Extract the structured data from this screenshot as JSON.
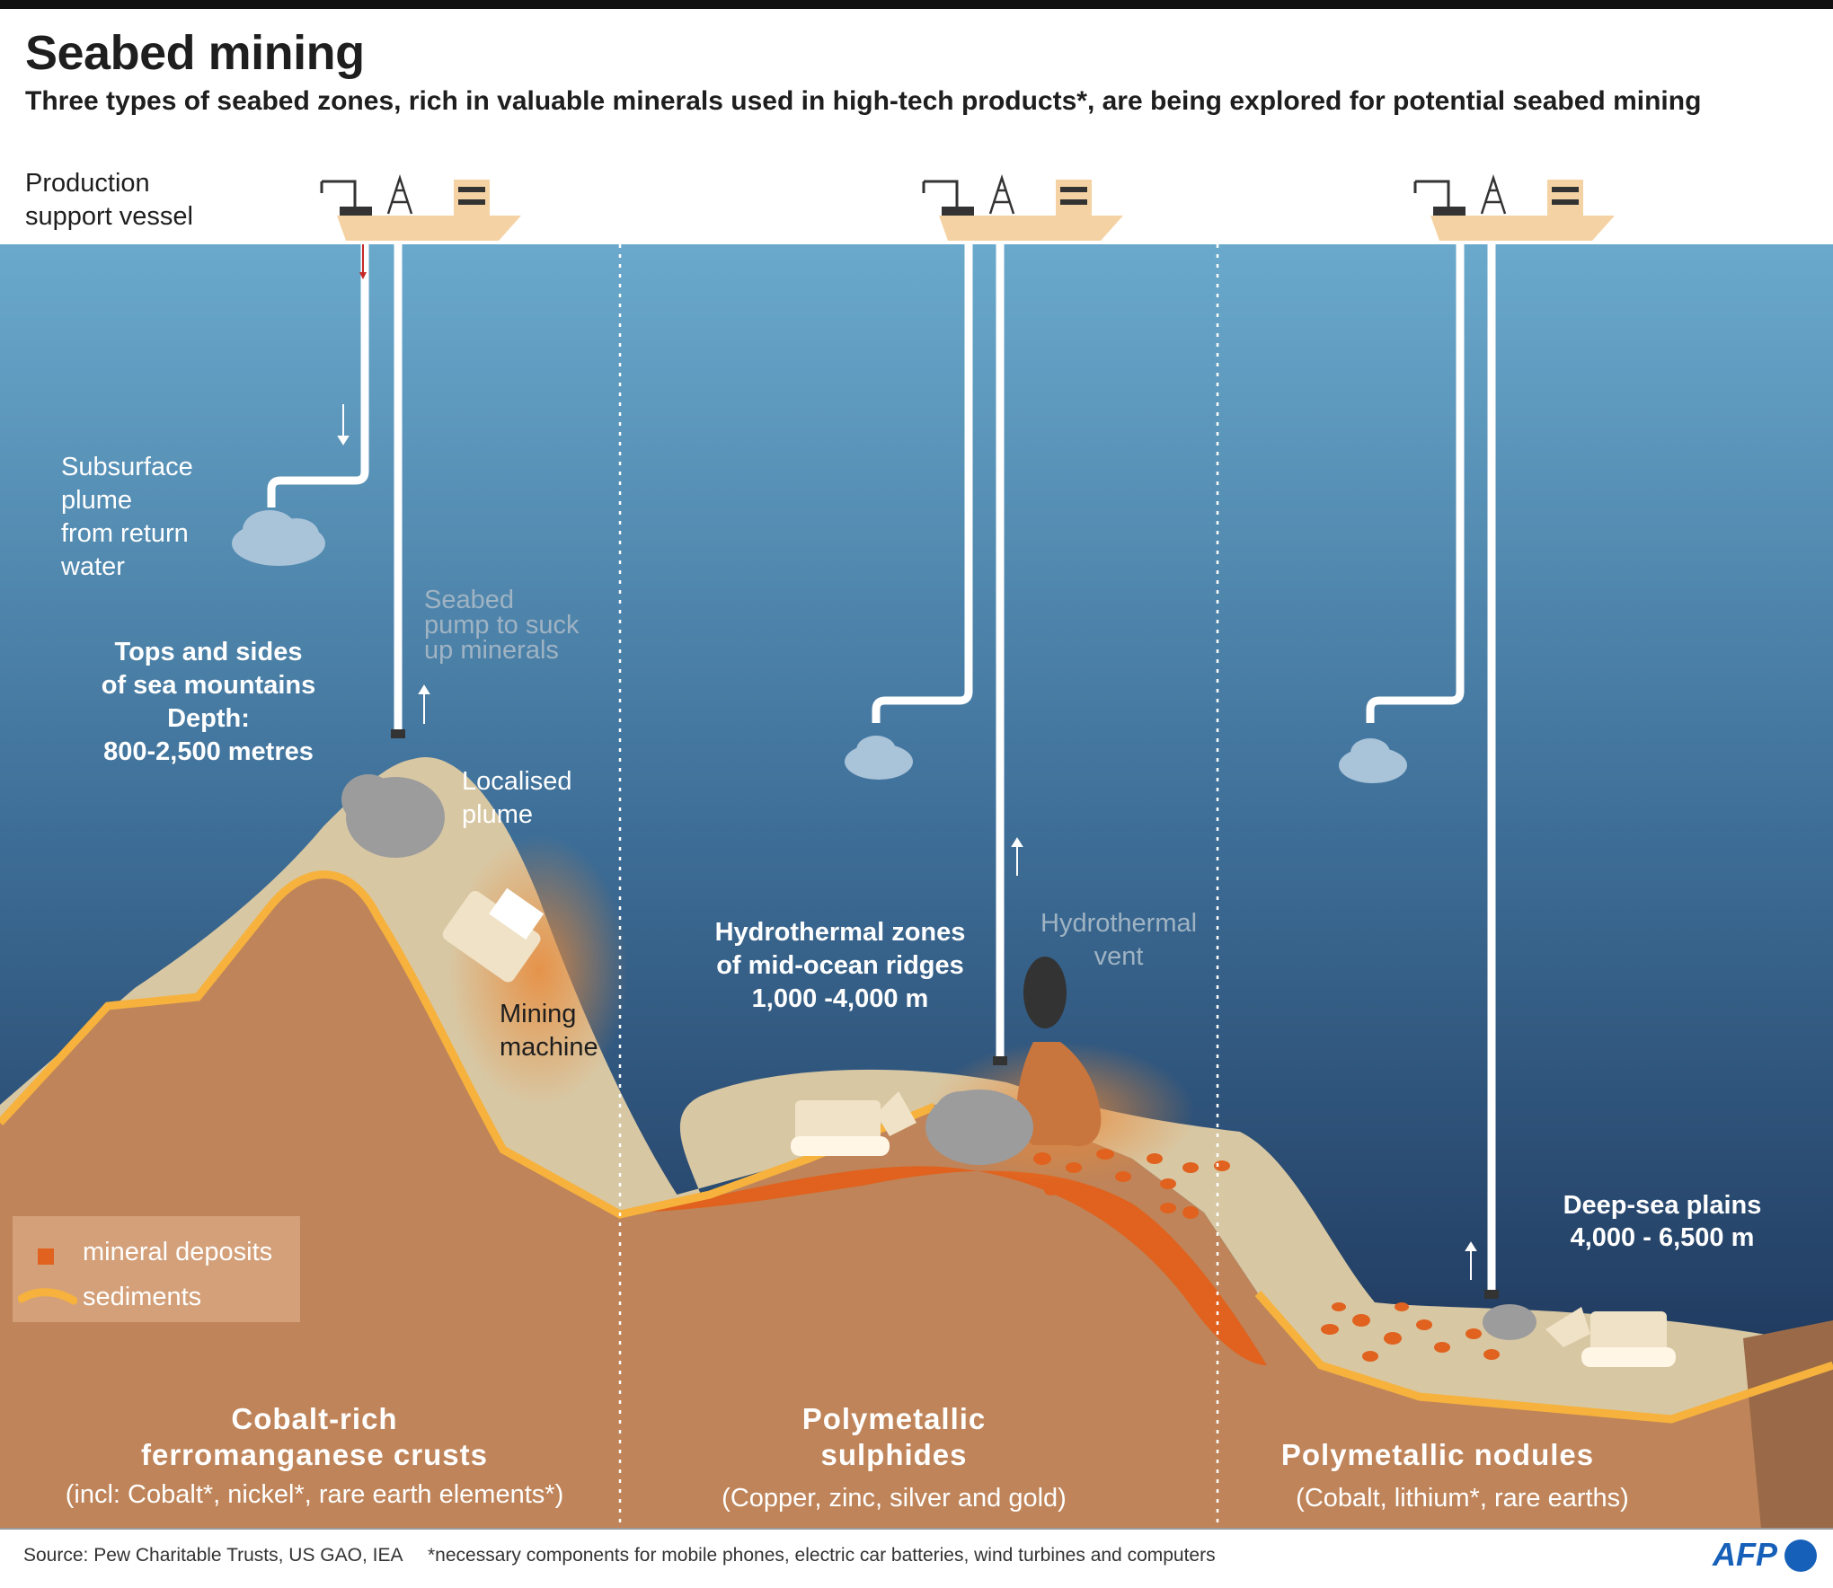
{
  "title": "Seabed mining",
  "subtitle": "Three types of seabed zones, rich in valuable minerals used in high-tech products*, are being explored for potential seabed mining",
  "labels": {
    "vessel": "Production\nsupport vessel",
    "subsurface_plume": "Subsurface\nplume\nfrom return\nwater",
    "seabed_pump": "Seabed\npump to suck\nup minerals",
    "localised_plume": "Localised\nplume",
    "mining_machine": "Mining\nmachine",
    "hydrothermal_vent": "Hydrothermal\nvent"
  },
  "zones": [
    {
      "heading": "Tops and sides\nof sea mountains",
      "depth": "Depth:\n800-2,500 metres",
      "name": "Cobalt-rich\nferromanganese crusts",
      "minerals": "(incl: Cobalt*,  nickel*, rare earth elements*)"
    },
    {
      "heading": "Hydrothermal zones\nof mid-ocean ridges",
      "depth": "1,000 -4,000 m",
      "name": "Polymetallic\nsulphides",
      "minerals": "(Copper, zinc, silver and gold)"
    },
    {
      "heading": "Deep-sea plains",
      "depth": "4,000 - 6,500 m",
      "name": "Polymetallic nodules",
      "minerals": "(Cobalt, lithium*, rare earths)"
    }
  ],
  "legend": {
    "mineral_deposits": "mineral deposits",
    "sediments": "sediments"
  },
  "footer": {
    "source": "Source: Pew Charitable Trusts, US GAO, IEA",
    "note": "*necessary components for mobile phones, electric car batteries, wind turbines and computers",
    "brand": "AFP"
  },
  "colors": {
    "ocean_top": "#6aa9cc",
    "ocean_bottom": "#17294d",
    "rock": "#bf8459",
    "sediment": "#d8c7a3",
    "sediment_line": "#f6b23d",
    "mineral": "#e0621e",
    "vessel": "#f5d2a3",
    "afp_blue": "#1660b9"
  }
}
